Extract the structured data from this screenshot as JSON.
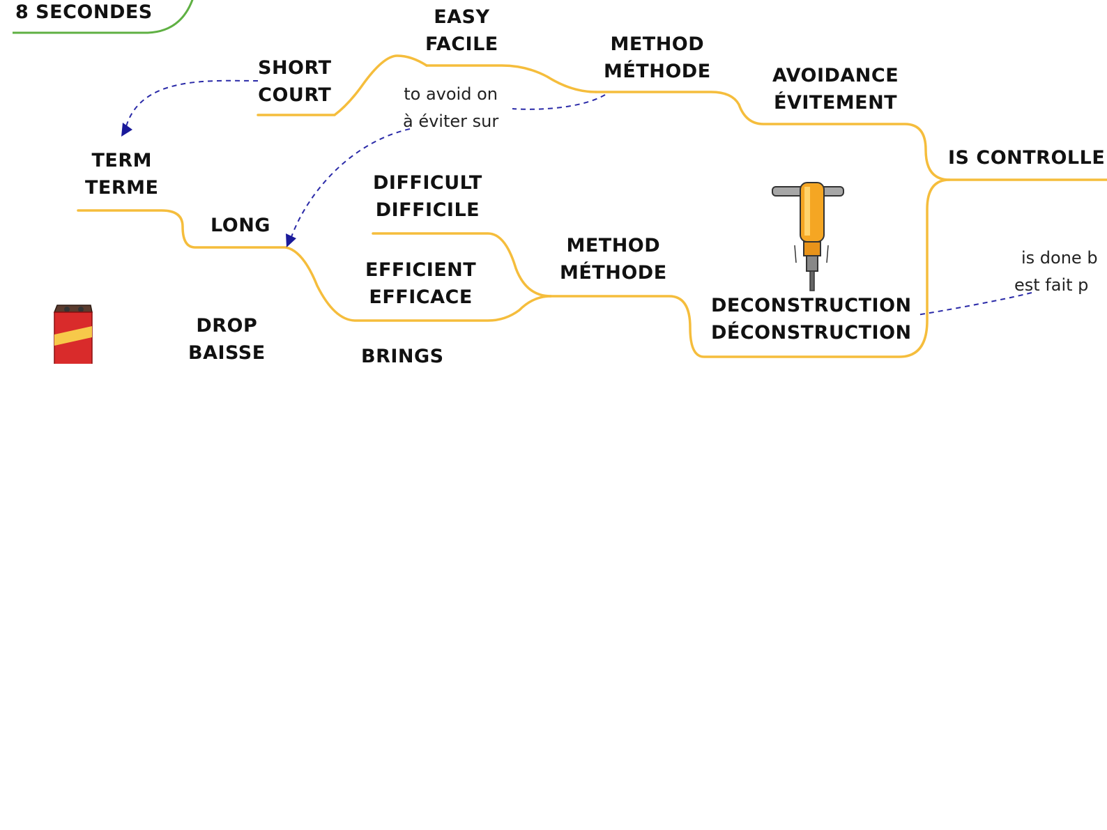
{
  "colors": {
    "branch": "#f5bd3c",
    "root_branch": "#5fb043",
    "relation": "#2a2aa8",
    "background": "#ffffff"
  },
  "topics": {
    "seconds": "8 SECONDES",
    "easy": [
      "EASY",
      "FACILE"
    ],
    "method_top": [
      "METHOD",
      "MÉTHODE"
    ],
    "short": [
      "SHORT",
      "COURT"
    ],
    "avoidance": [
      "AVOIDANCE",
      "ÉVITEMENT"
    ],
    "term": [
      "TERM",
      "TERME"
    ],
    "is_controlled": "IS CONTROLLE",
    "difficult": [
      "DIFFICULT",
      "DIFFICILE"
    ],
    "long": "LONG",
    "method_bottom": [
      "METHOD",
      "MÉTHODE"
    ],
    "efficient": [
      "EFFICIENT",
      "EFFICACE"
    ],
    "deconstruction": [
      "DECONSTRUCTION",
      "DÉCONSTRUCTION"
    ],
    "drop": [
      "DROP",
      "BAISSE"
    ],
    "brings": "BRINGS"
  },
  "relations": {
    "to_avoid": [
      "to avoid on",
      "à éviter sur"
    ],
    "is_done": [
      "is done b",
      "est fait p"
    ]
  },
  "images": [
    "jackhammer-icon",
    "battery-icon"
  ]
}
